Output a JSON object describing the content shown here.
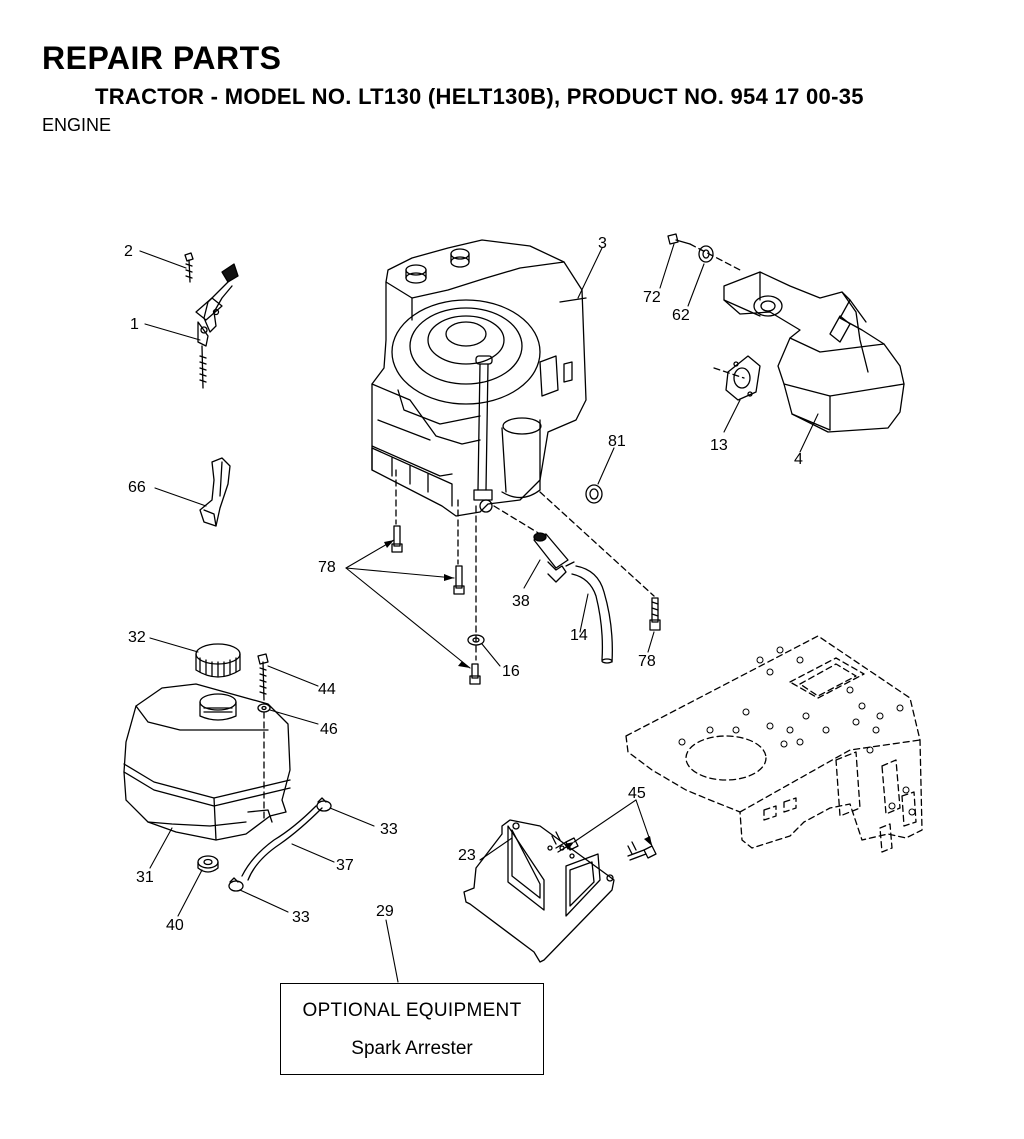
{
  "header": {
    "title": "REPAIR PARTS",
    "subtitle": "TRACTOR - MODEL NO. LT130 (HELT130B), PRODUCT NO. 954 17 00-35",
    "section": "ENGINE"
  },
  "callouts": [
    "2",
    "1",
    "66",
    "3",
    "72",
    "62",
    "13",
    "4",
    "81",
    "78",
    "38",
    "14",
    "78",
    "16",
    "32",
    "44",
    "46",
    "31",
    "33",
    "37",
    "33",
    "40",
    "29",
    "23",
    "45"
  ],
  "optional_box": {
    "line1": "OPTIONAL EQUIPMENT",
    "line2": "Spark Arrester"
  }
}
